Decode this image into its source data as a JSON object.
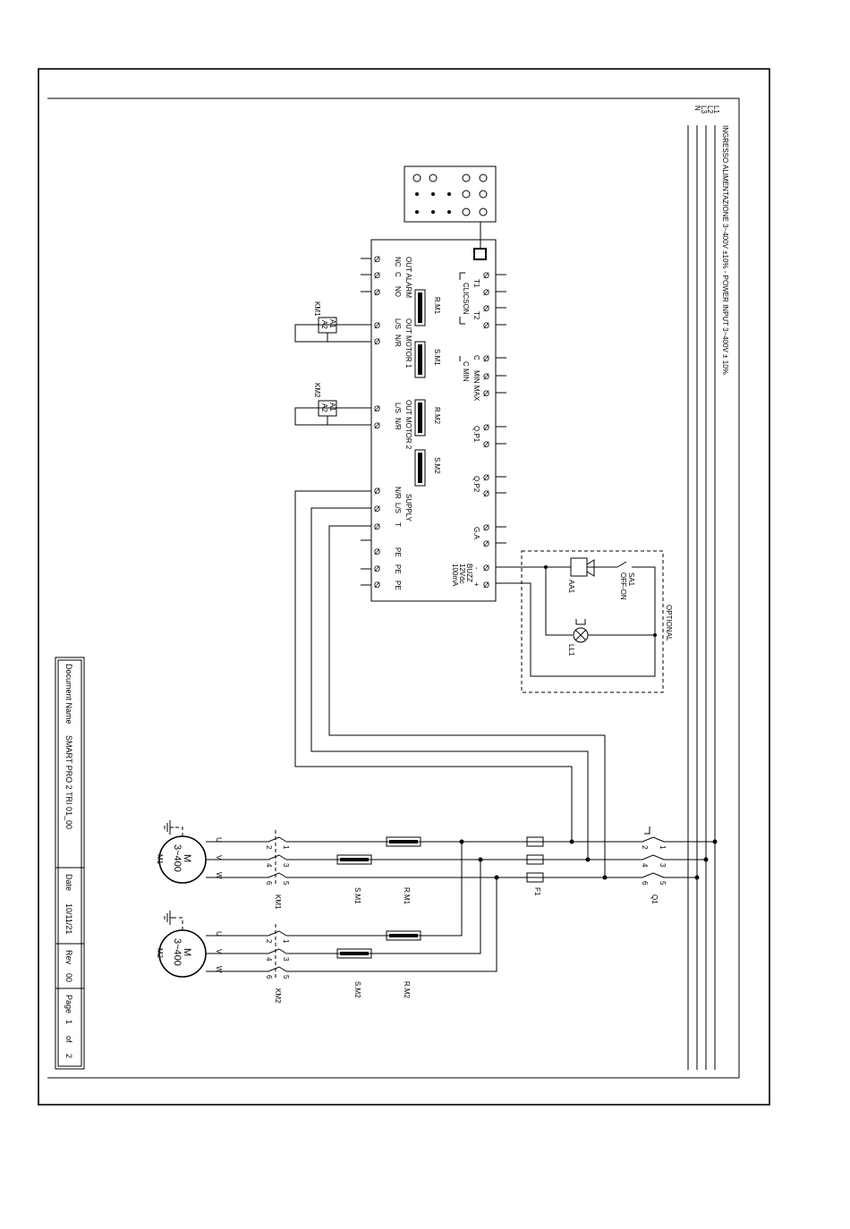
{
  "title_block": {
    "doc_name_label": "Document Name",
    "doc_name_value": "SMART PRO 2 TRI 01_00",
    "date_label": "Date",
    "date_value": "10/11/21",
    "rev_label": "Rev",
    "rev_value": "00",
    "page_label": "Page",
    "page_value": "1",
    "of_label": "of",
    "pages_total": "2"
  },
  "power_supply": {
    "lines": [
      "L1",
      "L2",
      "L3",
      "N"
    ],
    "caption": "INGRESSO ALIMENTAZIONE 3~400V ±10% - POWER INPUT 3~400V ± 10%"
  },
  "controller": {
    "left_terminals": {
      "t1": "T1",
      "t2": "T2",
      "clicson": "CLICSON",
      "c": "C",
      "min_max": "MIN MAX",
      "c_min": "C MIN",
      "qp1": "Q.P1",
      "qp2": "Q.P2",
      "ga": "G.A",
      "buzz_minus": "-",
      "buzz_plus": "+",
      "buzz": "BUZZ",
      "buzz_v": "12Vdc",
      "buzz_ma": "100mA"
    },
    "right_terminals": {
      "alarm_title": "OUT ALARM",
      "nc": "NC",
      "c": "C",
      "no": "NO",
      "motor1_title": "OUT MOTOR 1",
      "motor2_title": "OUT MOTOR 2",
      "ls": "L/S",
      "nr": "N/R",
      "supply_title": "SUPPLY",
      "t": "T",
      "pe": "PE"
    },
    "relays": [
      "R.M1",
      "S.M1",
      "R.M2",
      "S.M2"
    ]
  },
  "coils": {
    "km1": "KM1",
    "km2": "KM2",
    "a1": "A1",
    "a2": "A2"
  },
  "optional": {
    "label": "OPTIONAL",
    "switch": "SA1",
    "switch_state": "OFF-ON",
    "buzzer": "AA1",
    "lamp": "LL1"
  },
  "power": {
    "q1": "Q1",
    "f1": "F1",
    "km1": "KM1",
    "km2": "KM2",
    "r_m1": "R.M1",
    "s_m1": "S.M1",
    "r_m2": "R.M2",
    "s_m2": "S.M2",
    "poles_top": [
      "1",
      "3",
      "5"
    ],
    "poles_bottom": [
      "2",
      "4",
      "6"
    ],
    "phases": [
      "U",
      "V",
      "W"
    ]
  },
  "motors": {
    "m1": {
      "tag": "M1",
      "letter": "M",
      "rating": "3~400"
    },
    "m2": {
      "tag": "M2",
      "letter": "M",
      "rating": "3~400"
    }
  }
}
